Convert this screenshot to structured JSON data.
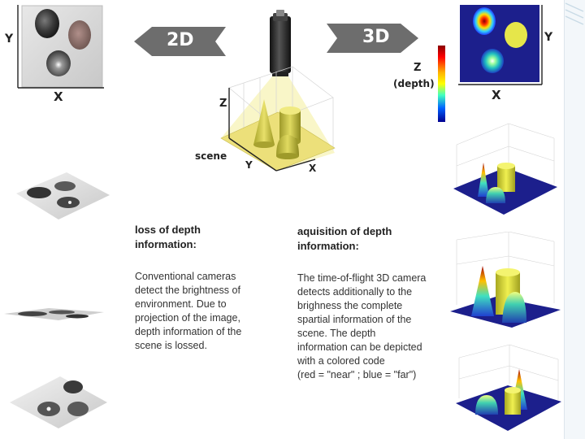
{
  "left_panel": {
    "y_axis": "Y",
    "x_axis": "X"
  },
  "arrow_2d": "2D",
  "arrow_3d": "3D",
  "right_panel": {
    "y_axis": "Y",
    "x_axis": "X",
    "colorbar_z": "Z",
    "colorbar_depth": "(depth)"
  },
  "scene": {
    "z_axis": "Z",
    "y_axis": "Y",
    "x_axis": "X",
    "label": "scene"
  },
  "text_2d": {
    "heading_line1": "loss of depth",
    "heading_line2": "information:",
    "lines": [
      "Conventional cameras",
      "detect the brightness of",
      "environment. Due to",
      "projection of the image,",
      "depth information of the",
      "scene is lossed."
    ]
  },
  "text_3d": {
    "heading_line1": "aquisition of depth",
    "heading_line2": "information:",
    "lines": [
      "The time-of-flight 3D camera",
      "detects additionally to the",
      "brighness the complete",
      "spartial information of the",
      "scene. The depth",
      "information can be depicted",
      "with a colored code",
      "(red = \"near\" ; blue = \"far\")"
    ]
  },
  "colors": {
    "arrow_gray": "#6d6d6d",
    "scene_yellow": "#efe57a",
    "plot_blue": "#1c1f8c",
    "surface_yellow": "#e6e64a"
  }
}
